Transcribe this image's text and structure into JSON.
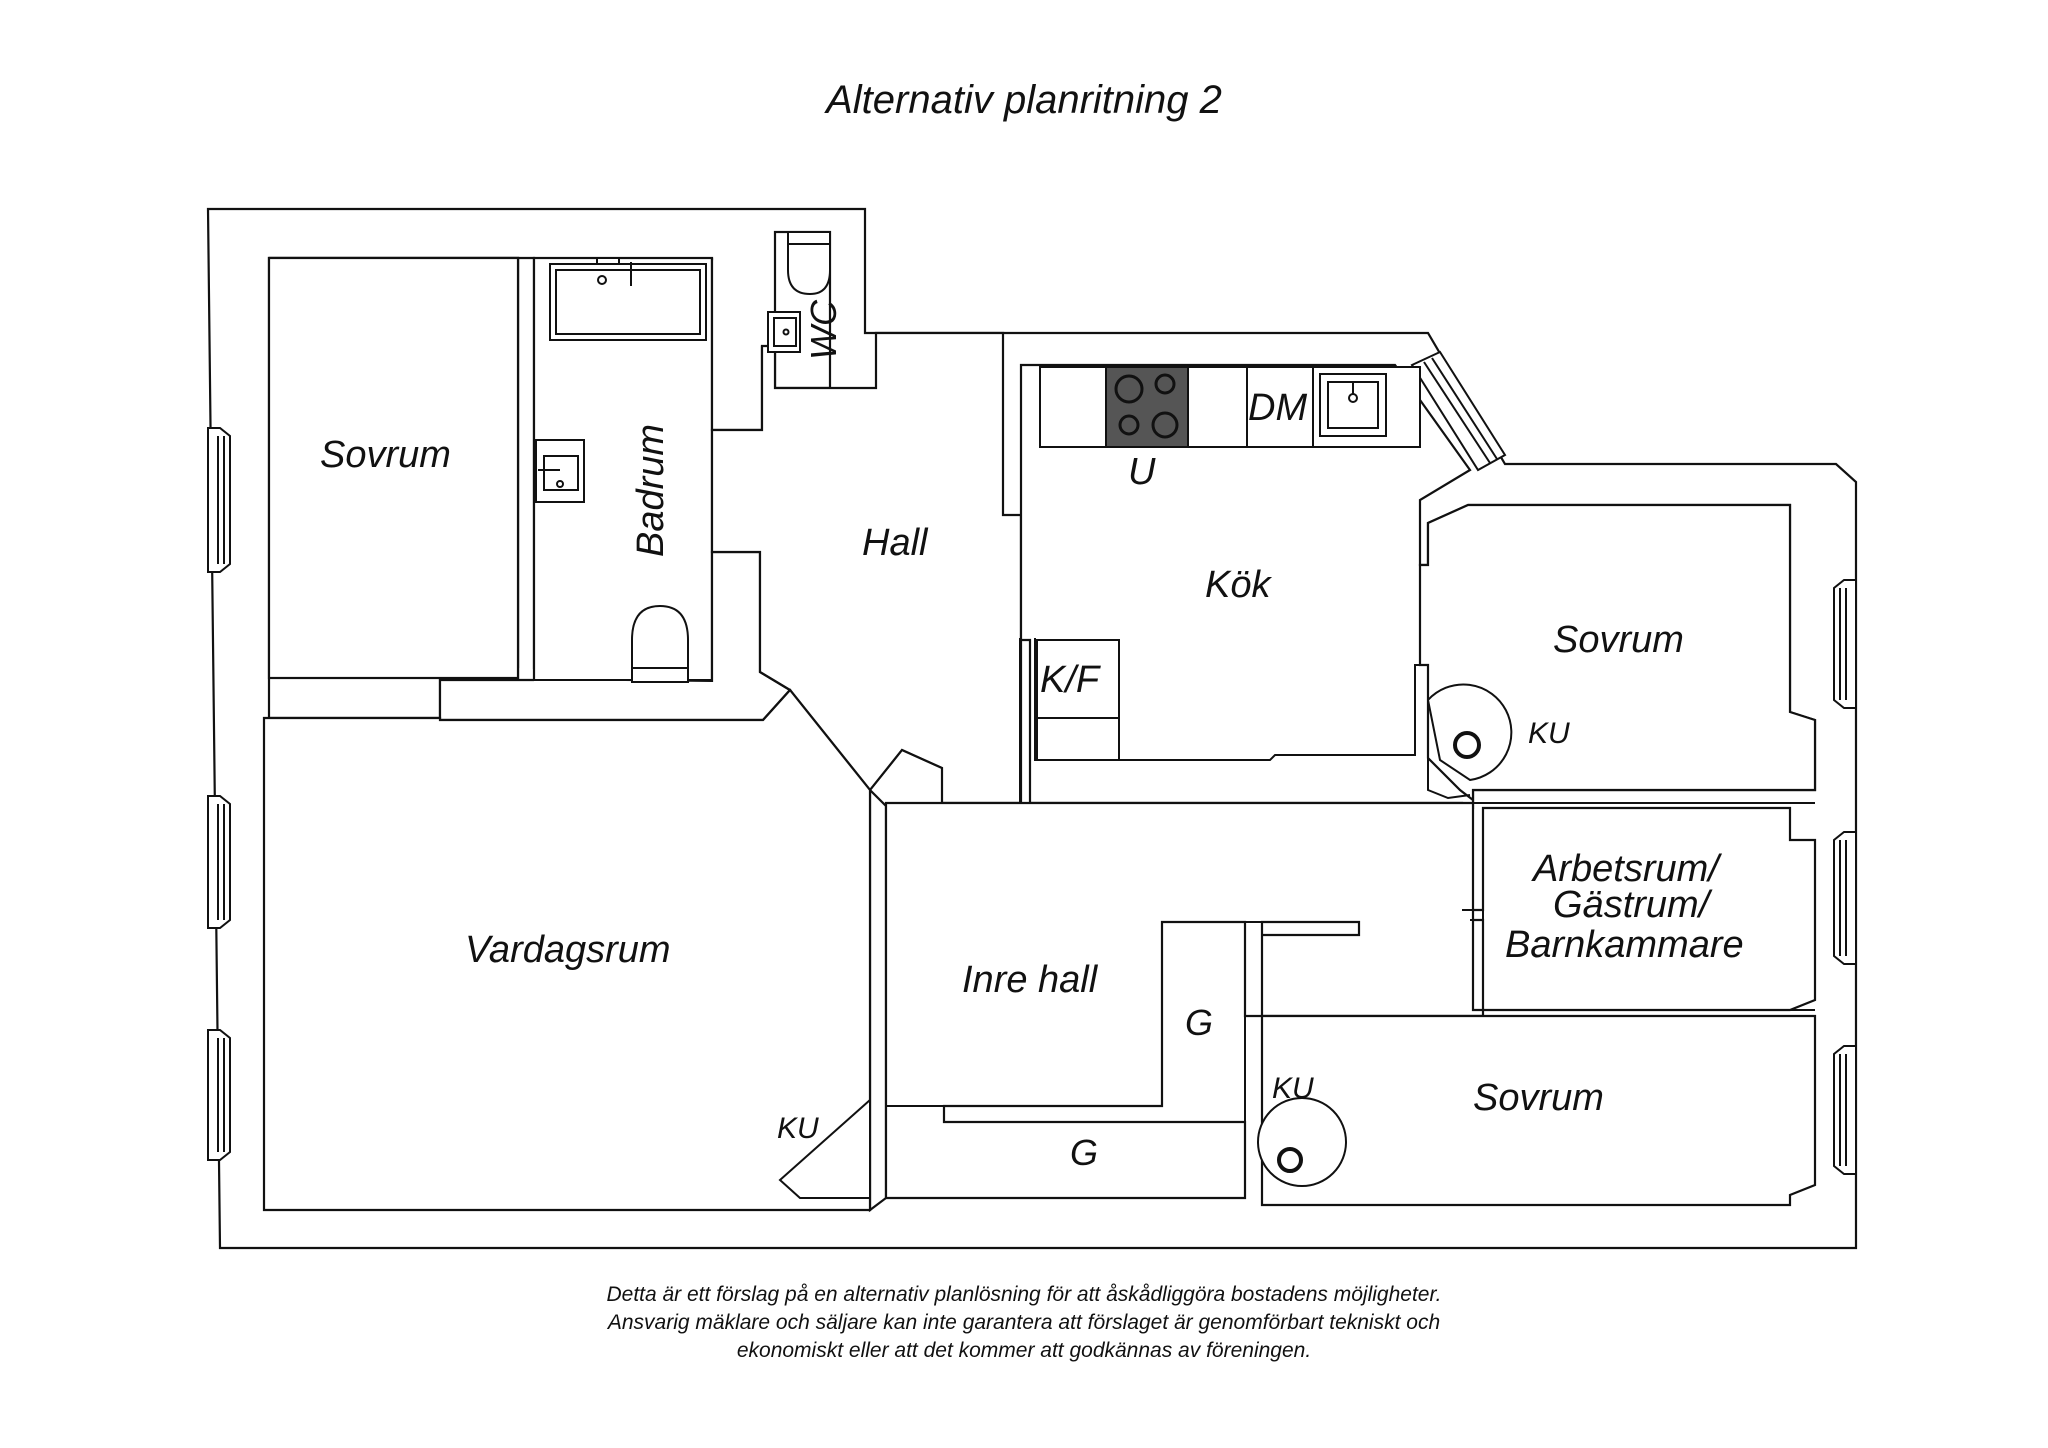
{
  "title": "Alternativ planritning 2",
  "rooms": {
    "sovrum_left": "Sovrum",
    "badrum": "Badrum",
    "wc": "WC",
    "hall": "Hall",
    "kok": "Kök",
    "dm": "DM",
    "u": "U",
    "kf": "K/F",
    "sovrum_right_top": "Sovrum",
    "ku_right_top": "KU",
    "arbetsrum_line1": "Arbetsrum/",
    "arbetsrum_line2": "Gästrum/",
    "arbetsrum_line3": "Barnkammare",
    "vardagsrum": "Vardagsrum",
    "ku_vardagsrum": "KU",
    "inre_hall": "Inre hall",
    "g_upper": "G",
    "g_lower": "G",
    "ku_sovrum_bottom": "KU",
    "sovrum_right_bottom": "Sovrum"
  },
  "disclaimer": {
    "line1": "Detta är ett förslag på en alternativ planlösning för att åskådliggöra bostadens möjligheter.",
    "line2": "Ansvarig mäklare och säljare kan inte garantera att förslaget är genomförbart tekniskt och",
    "line3": "ekonomiskt eller att det kommer att godkännas av föreningen."
  }
}
